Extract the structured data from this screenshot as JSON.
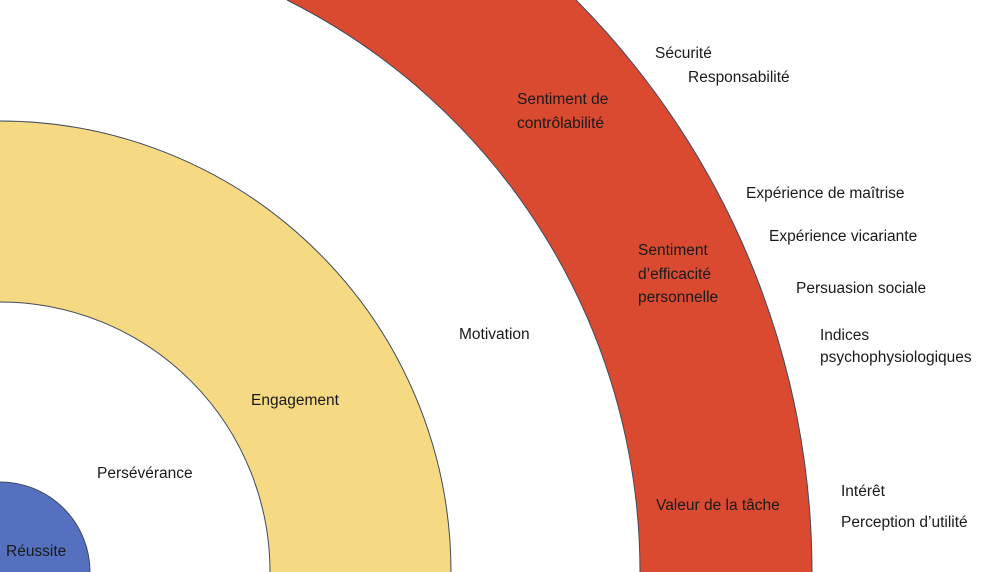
{
  "colors": {
    "reussite": "#5470be",
    "engagement": "#f5d983",
    "motivation_ring": "#d94a30",
    "stroke": "#3f4a5e"
  },
  "rings": {
    "reussite": "Réussite",
    "perseverance": "Persévérance",
    "engagement": "Engagement",
    "motivation": "Motivation"
  },
  "motivation_components": {
    "controlabilite": [
      "Sentiment de",
      "contrôlabilité"
    ],
    "efficacite": [
      "Sentiment",
      "d’efficacité",
      "personnelle"
    ],
    "valeur": "Valeur de la tâche"
  },
  "sources": {
    "controlabilite": [
      "Sécurité",
      "Responsabilité"
    ],
    "efficacite": [
      "Expérience de maîtrise",
      "Expérience vicariante",
      "Persuasion sociale",
      "Indices",
      "psychophysiologiques"
    ],
    "valeur": [
      "Intérêt",
      "Perception d’utilité"
    ]
  }
}
